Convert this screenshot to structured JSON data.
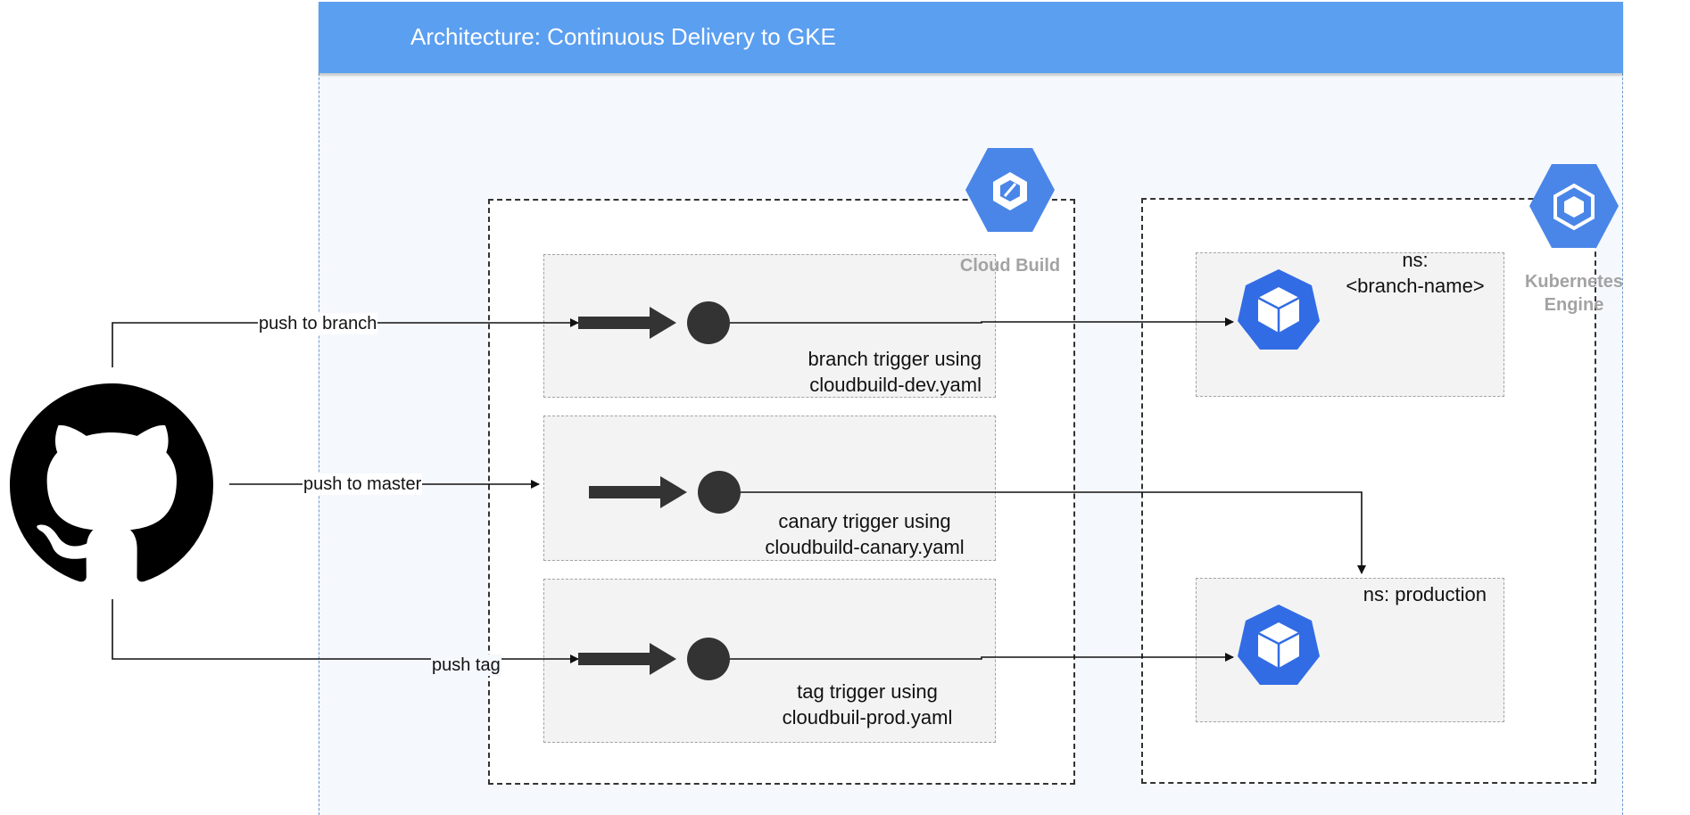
{
  "diagram": {
    "title": "Architecture: Continuous Delivery to GKE",
    "cloud_build": {
      "label": "Cloud Build",
      "icon": "cloud-build-icon",
      "triggers": [
        {
          "line1": "branch trigger using",
          "line2": "cloudbuild-dev.yaml"
        },
        {
          "line1": "canary trigger using",
          "line2": "cloudbuild-canary.yaml"
        },
        {
          "line1": "tag trigger using",
          "line2": "cloudbuil-prod.yaml"
        }
      ]
    },
    "kubernetes_engine": {
      "label_line1": "Kubernetes",
      "label_line2": "Engine",
      "icon": "kubernetes-engine-icon",
      "namespaces": [
        {
          "line1": "ns:",
          "line2": "<branch-name>"
        },
        {
          "line1": "ns: production"
        }
      ]
    },
    "source": {
      "icon": "github-icon"
    },
    "edges": {
      "push_to_branch": "push to branch",
      "push_to_master": "push to master",
      "push_tag": "push tag"
    },
    "colors": {
      "header": "#5b9ff0",
      "gcp_blue": "#4a86e8",
      "k8s_blue": "#326ce5",
      "frame_background": "#f5f8fc",
      "trigger_background": "#f3f3f3"
    }
  }
}
